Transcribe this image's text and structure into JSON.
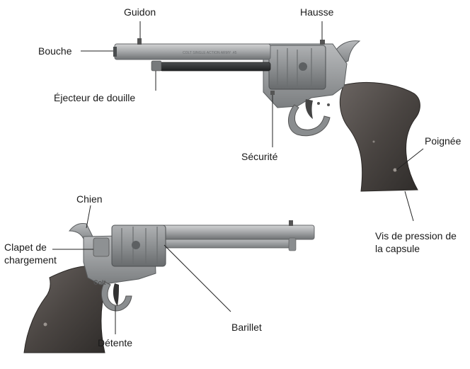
{
  "diagram": {
    "top_revolver": {
      "labels": {
        "guidon": "Guidon",
        "hausse": "Hausse",
        "bouche": "Bouche",
        "ejecteur": "Éjecteur de douille",
        "securite": "Sécurité",
        "poignee": "Poignée",
        "vis_line1": "Vis de pression de",
        "vis_line2": "la capsule"
      },
      "engraving": "COLT SINGLE ACTION ARMY .45"
    },
    "bottom_revolver": {
      "labels": {
        "chien": "Chien",
        "clapet_line1": "Clapet de",
        "clapet_line2": "chargement",
        "barillet": "Barillet",
        "detente": "Détente"
      },
      "logo_text": "Colt"
    },
    "colors": {
      "metal_light": "#b7b9bb",
      "metal_mid": "#8e9193",
      "metal_dark": "#55585a",
      "grip_dark": "#3d3a38",
      "grip_light": "#7d7672",
      "leader": "#222222"
    }
  }
}
